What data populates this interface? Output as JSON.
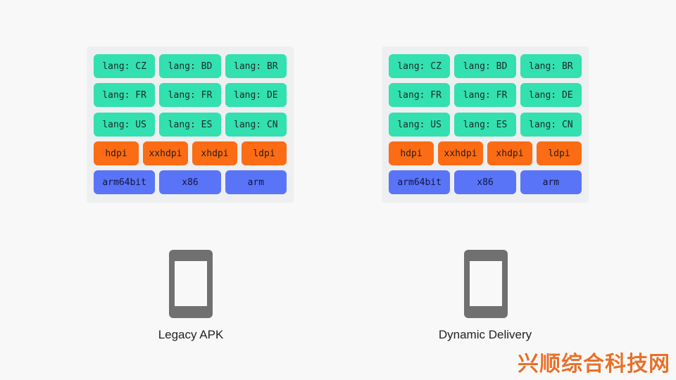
{
  "panels": [
    {
      "rows": [
        {
          "kind": "lang",
          "items": [
            "lang: CZ",
            "lang: BD",
            "lang: BR"
          ]
        },
        {
          "kind": "lang",
          "items": [
            "lang: FR",
            "lang: FR",
            "lang: DE"
          ]
        },
        {
          "kind": "lang",
          "items": [
            "lang: US",
            "lang: ES",
            "lang: CN"
          ]
        },
        {
          "kind": "dpi",
          "items": [
            "hdpi",
            "xxhdpi",
            "xhdpi",
            "ldpi"
          ]
        },
        {
          "kind": "abi",
          "items": [
            "arm64bit",
            "x86",
            "arm"
          ]
        }
      ],
      "caption": "Legacy APK"
    },
    {
      "rows": [
        {
          "kind": "lang",
          "items": [
            "lang: CZ",
            "lang: BD",
            "lang: BR"
          ]
        },
        {
          "kind": "lang",
          "items": [
            "lang: FR",
            "lang: FR",
            "lang: DE"
          ]
        },
        {
          "kind": "lang",
          "items": [
            "lang: US",
            "lang: ES",
            "lang: CN"
          ]
        },
        {
          "kind": "dpi",
          "items": [
            "hdpi",
            "xxhdpi",
            "xhdpi",
            "ldpi"
          ]
        },
        {
          "kind": "abi",
          "items": [
            "arm64bit",
            "x86",
            "arm"
          ]
        }
      ],
      "caption": "Dynamic Delivery"
    }
  ],
  "colors": {
    "lang": "#33e0b0",
    "dpi": "#fb6c15",
    "abi": "#5a74f8",
    "device": "#707070"
  },
  "icons": [
    "phone-icon"
  ],
  "watermark": "兴顺综合科技网"
}
